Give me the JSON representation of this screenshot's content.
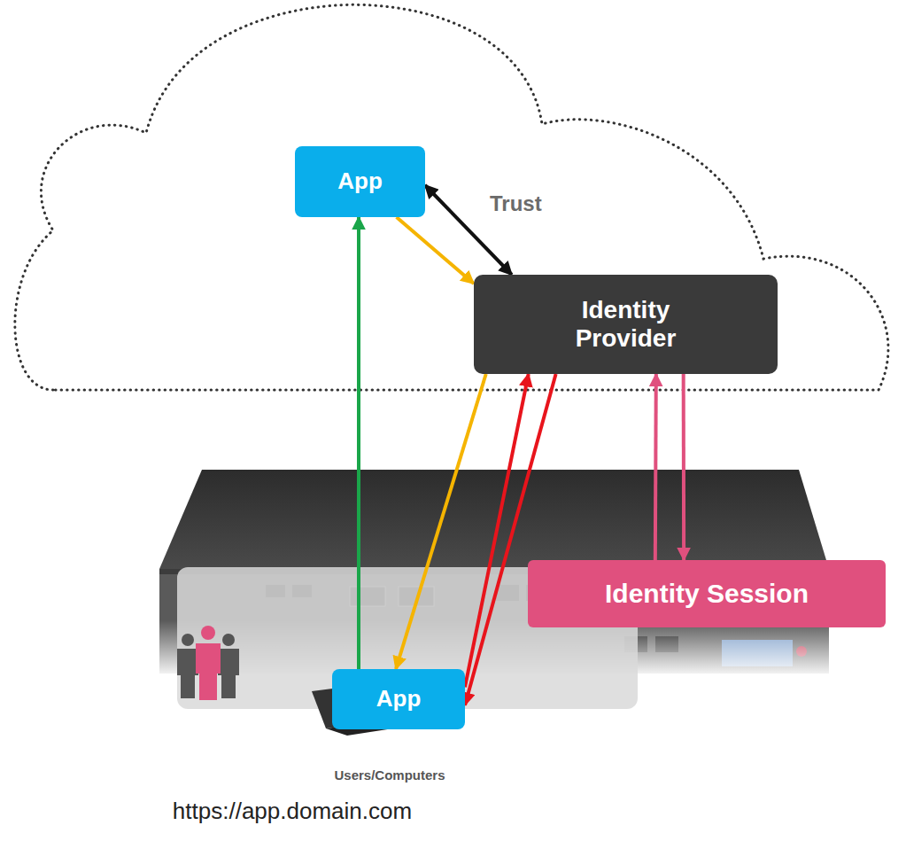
{
  "diagram": {
    "nodes": [
      {
        "text": [
          "App"
        ]
      },
      {
        "text": [
          "Identity Provider"
        ]
      },
      {
        "text": [
          "Identity Session"
        ]
      },
      {
        "text": [
          "App"
        ]
      }
    ],
    "edges": [
      {
        "from": 0,
        "to": 1,
        "label": "Trust",
        "arrow": "both"
      },
      {
        "from": 0,
        "to": 1,
        "arrow": "to"
      },
      {
        "from": 1,
        "to": 3,
        "arrow": "to"
      },
      {
        "from": 3,
        "to": 1,
        "arrow": "to"
      },
      {
        "from": 1,
        "to": 3,
        "arrow": "to"
      },
      {
        "from": 3,
        "to": 0,
        "arrow": "to"
      },
      {
        "from": 2,
        "to": 1,
        "arrow": "to"
      },
      {
        "from": 1,
        "to": 2,
        "arrow": "to"
      }
    ],
    "labels": [
      "Users/Computers",
      "https://app.domain.com"
    ]
  }
}
